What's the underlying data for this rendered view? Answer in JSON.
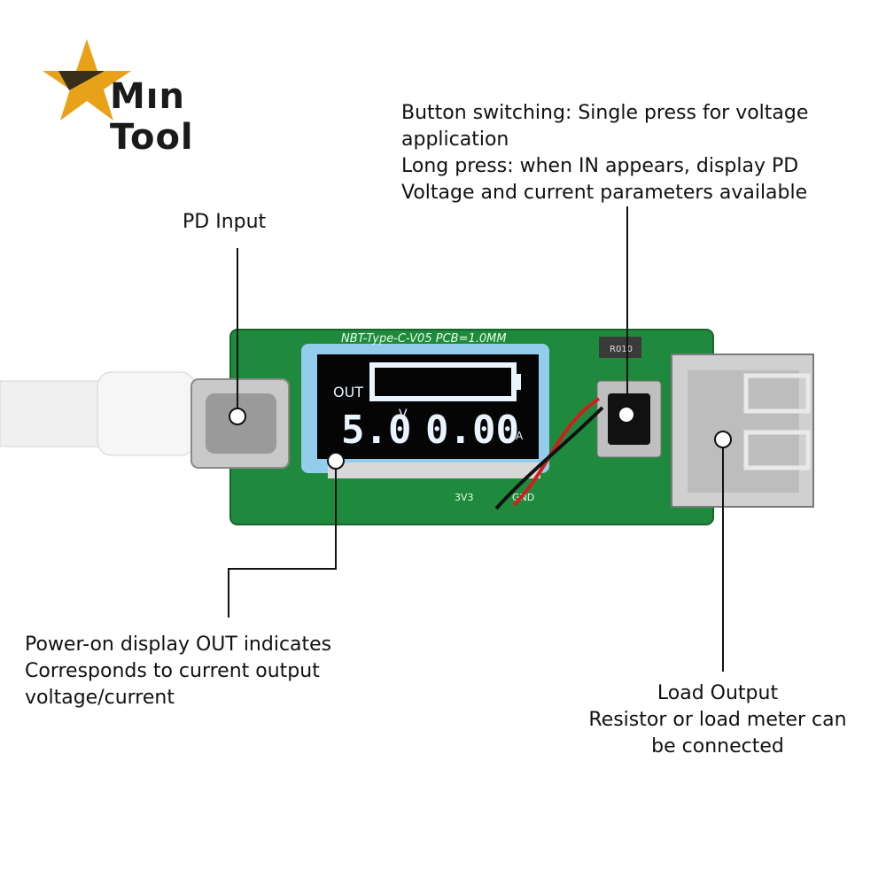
{
  "logo": {
    "brand_text": "Mın Tool",
    "icon": "gold-star-icon"
  },
  "device": {
    "silkscreen_model": "NBT-Type-C-V05  PCB=1.0MM",
    "silkscreen_pins": [
      "3V3",
      "GND"
    ],
    "resistor_marking": "R010",
    "display": {
      "mode_label": "OUT",
      "voltage": "5.0",
      "voltage_unit": "V",
      "current": "0.00",
      "current_unit": "A"
    }
  },
  "annotations": {
    "pd_input": "PD Input",
    "button": [
      "Button switching: Single press for voltage",
      "application",
      "Long press: when IN appears, display PD",
      "Voltage and current parameters available"
    ],
    "power_on": [
      "Power-on display OUT indicates",
      "Corresponds to current output",
      "voltage/current"
    ],
    "load_output": [
      "Load Output",
      "Resistor or load meter can",
      "be connected"
    ]
  },
  "colors": {
    "pcb_green": "#1f8a3e",
    "lcd_glow": "#cfe8ff",
    "star_gold": "#e8a21a"
  }
}
